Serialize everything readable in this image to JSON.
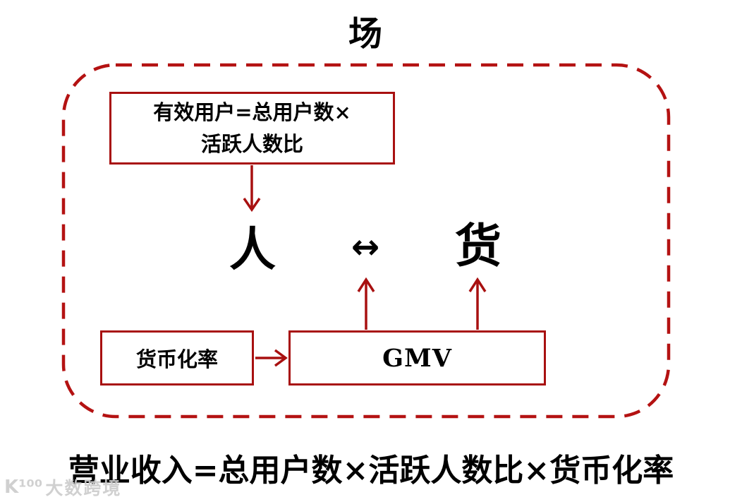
{
  "title": "场",
  "diagram": {
    "effective_users_box": {
      "line1": "有效用户=总用户数×",
      "line2": "活跃人数比"
    },
    "people_label": "人",
    "bidirectional_arrow": "↔",
    "goods_label": "货",
    "monetization_box": {
      "label": "货币化率"
    },
    "gmv_box": {
      "label": "GMV"
    }
  },
  "formula": "营业收入=总用户数×活跃人数比×货币化率",
  "watermark": {
    "logo": "K¹⁰⁰",
    "text": "大数跨境"
  },
  "colors": {
    "solid_red": "#A81010",
    "dashed_red": "#B41212",
    "text_black": "#000000",
    "watermark_gray": "#cccccc"
  }
}
